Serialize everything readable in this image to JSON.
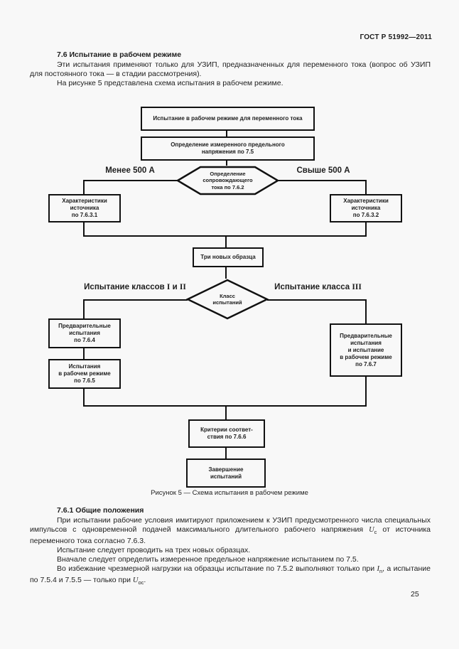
{
  "page": {
    "header": "ГОСТ Р 51992—2011",
    "page_number": "25"
  },
  "section_76": {
    "heading": "7.6 Испытание в рабочем режиме",
    "para1": "Эти испытания применяют только для УЗИП, предназначенных для переменного тока (вопрос об УЗИП для постоянного тока — в стадии рассмотрения).",
    "para2": "На рисунке 5 представлена схема испытания в рабочем режиме."
  },
  "flowchart": {
    "box_top": "Испытание в рабочем режиме для переменного тока",
    "box_measure": "Определение измеренного предельного\nнапряжения по 7.5",
    "decision_current": "Определение\nсопровождающего\nтока по 7.6.2",
    "branch_less": "Менее 500 А",
    "branch_more": "Свыше 500 А",
    "box_source_left": "Характеристики\nисточника\nпо 7.6.3.1",
    "box_source_right": "Характеристики\nисточника\nпо 7.6.3.2",
    "box_samples": "Три новых образца",
    "decision_class": "Класс\nиспытаний",
    "branch_class12_text": "Испытание классов",
    "branch_class12_r1": "I",
    "branch_class12_and": "и",
    "branch_class12_r2": "II",
    "branch_class3_text": "Испытание класса",
    "branch_class3_r": "III",
    "box_prelim": "Предварительные\nиспытания\nпо 7.6.4",
    "box_operating": "Испытания\nв рабочем режиме\nпо 7.6.5",
    "box_prelim_operating": "Предварительные\nиспытания\nи испытание\nв рабочем режиме\nпо 7.6.7",
    "box_criteria": "Критерии соответ-\nствия по 7.6.6",
    "box_finish": "Завершение\nиспытаний",
    "caption": "Рисунок 5 — Схема испытания в рабочем режиме"
  },
  "section_761": {
    "heading": "7.6.1 Общие положения",
    "p1_before": "При испытании рабочие условия имитируют приложением к УЗИП предусмотренного числа специальных импульсов с одновременной подачей максимального длительного рабочего напряжения ",
    "p1_sym": "U",
    "p1_sub": "c",
    "p1_after": " от источника переменного тока согласно 7.6.3.",
    "p2": "Испытание следует проводить на трех новых образцах.",
    "p3": "Вначале следует определить измеренное предельное напряжение испытанием по 7.5.",
    "p4_before": "Во избежание чрезмерной нагрузки на образцы испытание по 7.5.2 выполняют только при ",
    "p4_sym1": "I",
    "p4_sub1": "n",
    "p4_mid": ", а испытание по 7.5.4 и 7.5.5 — только при ",
    "p4_sym2": "U",
    "p4_sub2": "oc",
    "p4_after": "."
  }
}
